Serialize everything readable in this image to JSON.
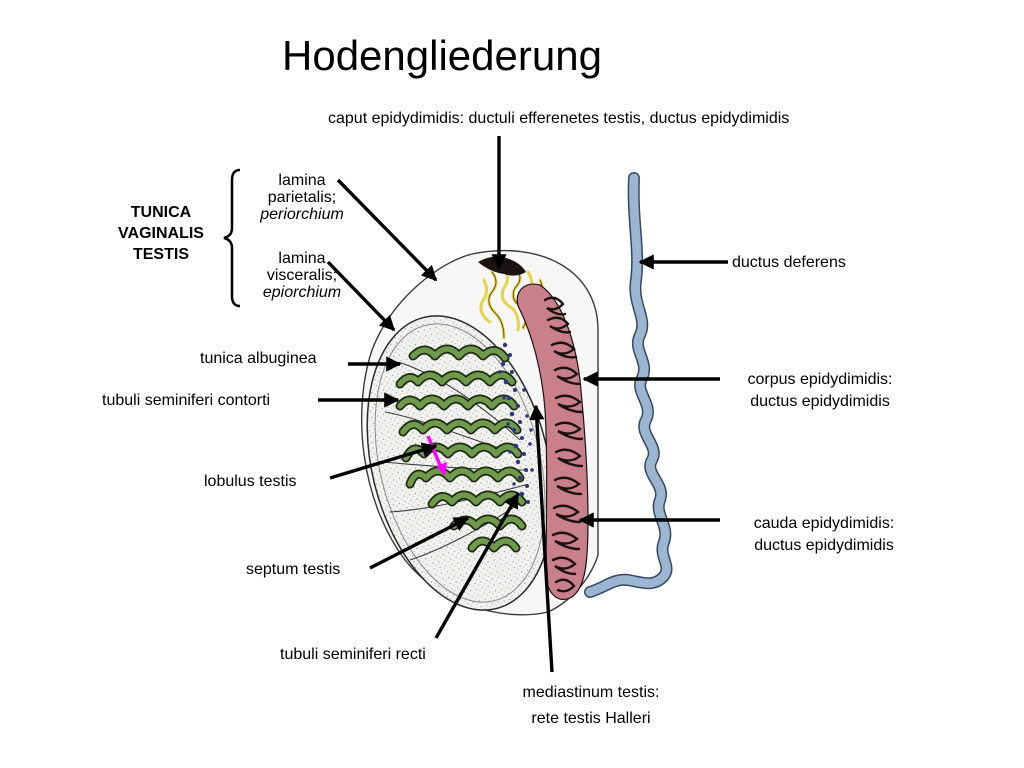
{
  "title": "Hodengliederung",
  "labels": {
    "caput": "caput epidydimidis: ductuli efferenetes testis, ductus epidydimidis",
    "lamina_parietalis_1": "lamina",
    "lamina_parietalis_2": "parietalis;",
    "periorchium": "periorchium",
    "lamina_visceralis_1": "lamina",
    "lamina_visceralis_2": "visceralis;",
    "epiorchium": "epiorchium",
    "tunica_1": "TUNICA",
    "tunica_2": "VAGINALIS",
    "tunica_3": "TESTIS",
    "ductus_deferens": "ductus deferens",
    "tunica_albuginea": "tunica albuginea",
    "tubuli_contorti": "tubuli seminiferi contorti",
    "corpus_1": "corpus epidydimidis:",
    "corpus_2": "ductus epidydimidis",
    "lobulus": "lobulus testis",
    "cauda_1": "cauda epidydimidis:",
    "cauda_2": "ductus epidydimidis",
    "septum": "septum testis",
    "tubuli_recti": "tubuli seminiferi recti",
    "mediastinum_1": "mediastinum testis:",
    "mediastinum_2": "rete testis Halleri"
  },
  "colors": {
    "tubule_fill": "#6f9a4c",
    "tubule_outline": "#1f2a12",
    "rete": "#2a3585",
    "epididymis": "#c9808a",
    "epididymis_coil": "#1c1212",
    "efferent": "#e6d34a",
    "ductus_deferens": "#9cb6d2",
    "ductus_deferens_outline": "#324a66",
    "highlight_arrow": "#ff00ff",
    "arrow": "#000000"
  }
}
